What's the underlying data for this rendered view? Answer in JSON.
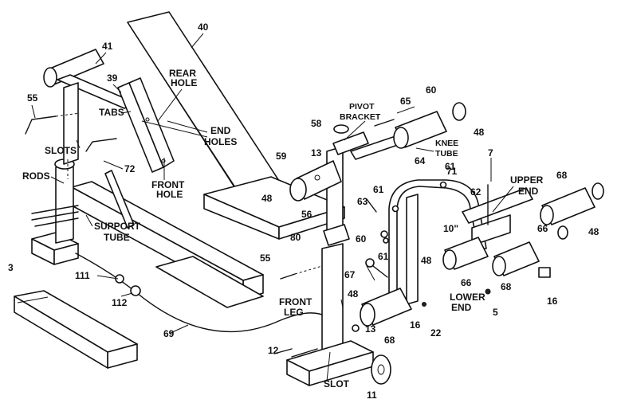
{
  "labels": {
    "p40": "40",
    "p41": "41",
    "p39": "39",
    "rear_hole_1": "REAR",
    "rear_hole_2": "HOLE",
    "p55_left": "55",
    "tabs": "TABS",
    "end_holes_1": "END",
    "end_holes_2": "HOLES",
    "slots": "SLOTS",
    "p72": "72",
    "front_hole_1": "FRONT",
    "front_hole_2": "HOLE",
    "rods": "RODS",
    "support_tube_1": "SUPPORT",
    "support_tube_2": "TUBE",
    "p3": "3",
    "p111": "111",
    "p112": "112",
    "p69": "69",
    "p58": "58",
    "p59": "59",
    "p13_top": "13",
    "p48_top": "48",
    "p56_top": "56",
    "p80": "80",
    "p55_mid": "55",
    "front_leg_1": "FRONT",
    "front_leg_2": "LEG",
    "p48_mid": "48",
    "p13_bottom": "13",
    "p12": "12",
    "slot": "SLOT",
    "p11": "11",
    "pivot_1": "PIVOT",
    "pivot_2": "BRACKET",
    "p65": "65",
    "p60_top": "60",
    "p48_topright": "48",
    "knee_tube_1": "KNEE",
    "knee_tube_2": "TUBE",
    "p7": "7",
    "p61_a": "61",
    "p64": "64",
    "p71": "71",
    "p61_b": "61",
    "p63": "63",
    "p60_mid": "60",
    "p61_c": "61",
    "upper_end_1": "UPPER",
    "upper_end_2": "END",
    "p68_top": "68",
    "p62": "62",
    "p10": "10\"",
    "p66_right": "66",
    "p48_right": "48",
    "p48_center": "48",
    "p67": "67",
    "p66_center": "66",
    "p68_center": "68",
    "lower_end_1": "LOWER",
    "lower_end_2": "END",
    "p68_bottom": "68",
    "p16_center": "16",
    "p22": "22",
    "p5": "5",
    "p16_right": "16"
  }
}
